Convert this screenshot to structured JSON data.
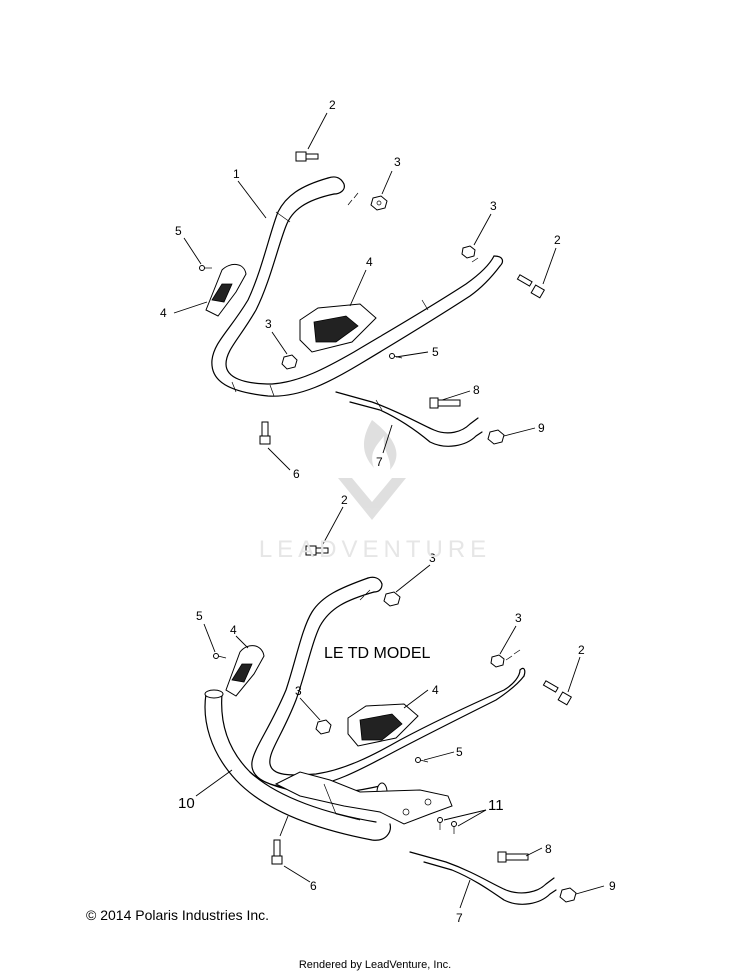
{
  "watermark": {
    "brand": "LEADVENTURE"
  },
  "model_label": "LE TD MODEL",
  "copyright": "© 2014 Polaris Industries Inc.",
  "rendered_by": "Rendered by LeadVenture, Inc.",
  "callouts_top": [
    "2",
    "1",
    "3",
    "3",
    "2",
    "5",
    "4",
    "4",
    "3",
    "5",
    "8",
    "9",
    "6",
    "7"
  ],
  "callouts_bottom": [
    "2",
    "3",
    "5",
    "4",
    "3",
    "2",
    "4",
    "3",
    "5",
    "10",
    "11",
    "8",
    "6",
    "9",
    "7"
  ]
}
